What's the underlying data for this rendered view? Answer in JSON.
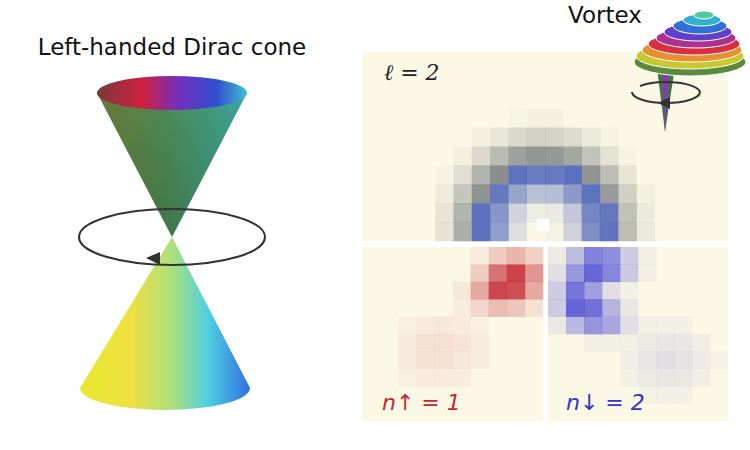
{
  "diagram": {
    "nodes": [
      {
        "text": [
          "ℓ = 2"
        ]
      },
      {
        "text": [
          "n↑ = 1"
        ]
      },
      {
        "text": [
          "n↓ = 2"
        ]
      }
    ],
    "labels": [
      "Left-handed Dirac cone",
      "Vortex"
    ]
  }
}
